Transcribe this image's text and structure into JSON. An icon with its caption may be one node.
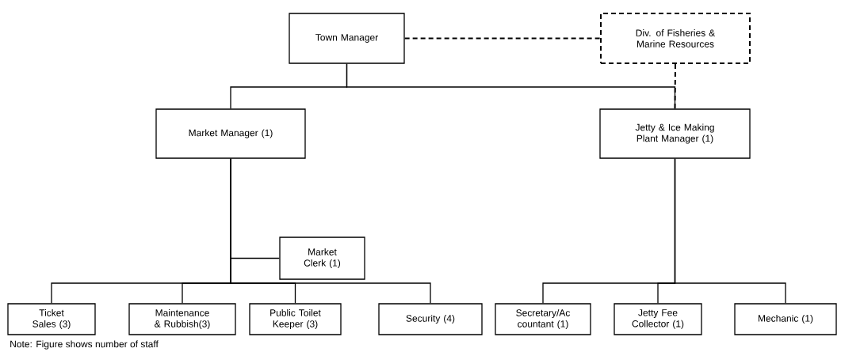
{
  "diagram": {
    "nodes": [
      {
        "text": [
          "Town Manager"
        ]
      },
      {
        "text": [
          "Div. of Fisheries & Marine Resources"
        ]
      },
      {
        "text": [
          "Market Manager (1)"
        ]
      },
      {
        "text": [
          "Jetty & Ice Making Plant Manager (1)"
        ]
      },
      {
        "text": [
          "Market Clerk (1)"
        ]
      },
      {
        "text": [
          "Ticket Sales (3)"
        ]
      },
      {
        "text": [
          "Maintenance & Rubbish(3)"
        ]
      },
      {
        "text": [
          "Public Toilet Keeper (3)"
        ]
      },
      {
        "text": [
          "Security (4)"
        ]
      },
      {
        "text": [
          "Secretary/Ac countant (1)"
        ]
      },
      {
        "text": [
          "Jetty Fee Collector (1)"
        ]
      },
      {
        "text": [
          "Mechanic (1)"
        ]
      }
    ],
    "edges": [
      {
        "from": 0,
        "to": 1,
        "arrow": "none",
        "style": "dashed"
      },
      {
        "from": 0,
        "to": 2,
        "arrow": "none"
      },
      {
        "from": 0,
        "to": 3,
        "arrow": "none"
      },
      {
        "from": 1,
        "to": 3,
        "arrow": "none",
        "style": "dashed"
      },
      {
        "from": 2,
        "to": 4,
        "arrow": "none"
      },
      {
        "from": 2,
        "to": 5,
        "arrow": "none"
      },
      {
        "from": 2,
        "to": 6,
        "arrow": "none"
      },
      {
        "from": 2,
        "to": 7,
        "arrow": "none"
      },
      {
        "from": 2,
        "to": 8,
        "arrow": "none"
      },
      {
        "from": 3,
        "to": 9,
        "arrow": "none"
      },
      {
        "from": 3,
        "to": 10,
        "arrow": "none"
      },
      {
        "from": 3,
        "to": 11,
        "arrow": "none"
      }
    ],
    "labels": [
      "Note: Figure shows number of staff"
    ]
  }
}
